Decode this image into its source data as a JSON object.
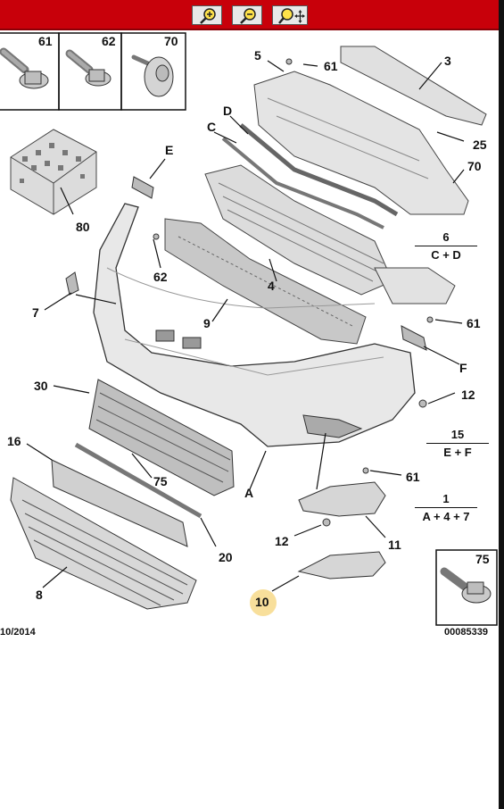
{
  "toolbar": {
    "zoom_in": "zoom-in-icon",
    "zoom_out": "zoom-out-icon",
    "pan": "pan-icon",
    "color": "#c8000a"
  },
  "diagram": {
    "screw_boxes": [
      {
        "label": "61"
      },
      {
        "label": "62"
      },
      {
        "label": "70"
      }
    ],
    "screw_box_75": "75",
    "callouts": {
      "p80": "80",
      "pE": "E",
      "pD": "D",
      "pC": "C",
      "p5": "5",
      "p61a": "61",
      "p3": "3",
      "p25": "25",
      "p70": "70",
      "p62": "62",
      "p4": "4",
      "p7": "7",
      "p9": "9",
      "p61b": "61",
      "pF": "F",
      "p12a": "12",
      "p30": "30",
      "p16": "16",
      "p75": "75",
      "pA": "A",
      "p61c": "61",
      "p12b": "12",
      "p11": "11",
      "p20": "20",
      "p8": "8",
      "p10": "10"
    },
    "fractions": [
      {
        "num": "6",
        "den": "C + D"
      },
      {
        "num": "15",
        "den": "E + F"
      },
      {
        "num": "1",
        "den": "A + 4 + 7"
      }
    ],
    "date": "10/2014",
    "ref": "00085339",
    "highlight_color": "#f7d98a"
  }
}
